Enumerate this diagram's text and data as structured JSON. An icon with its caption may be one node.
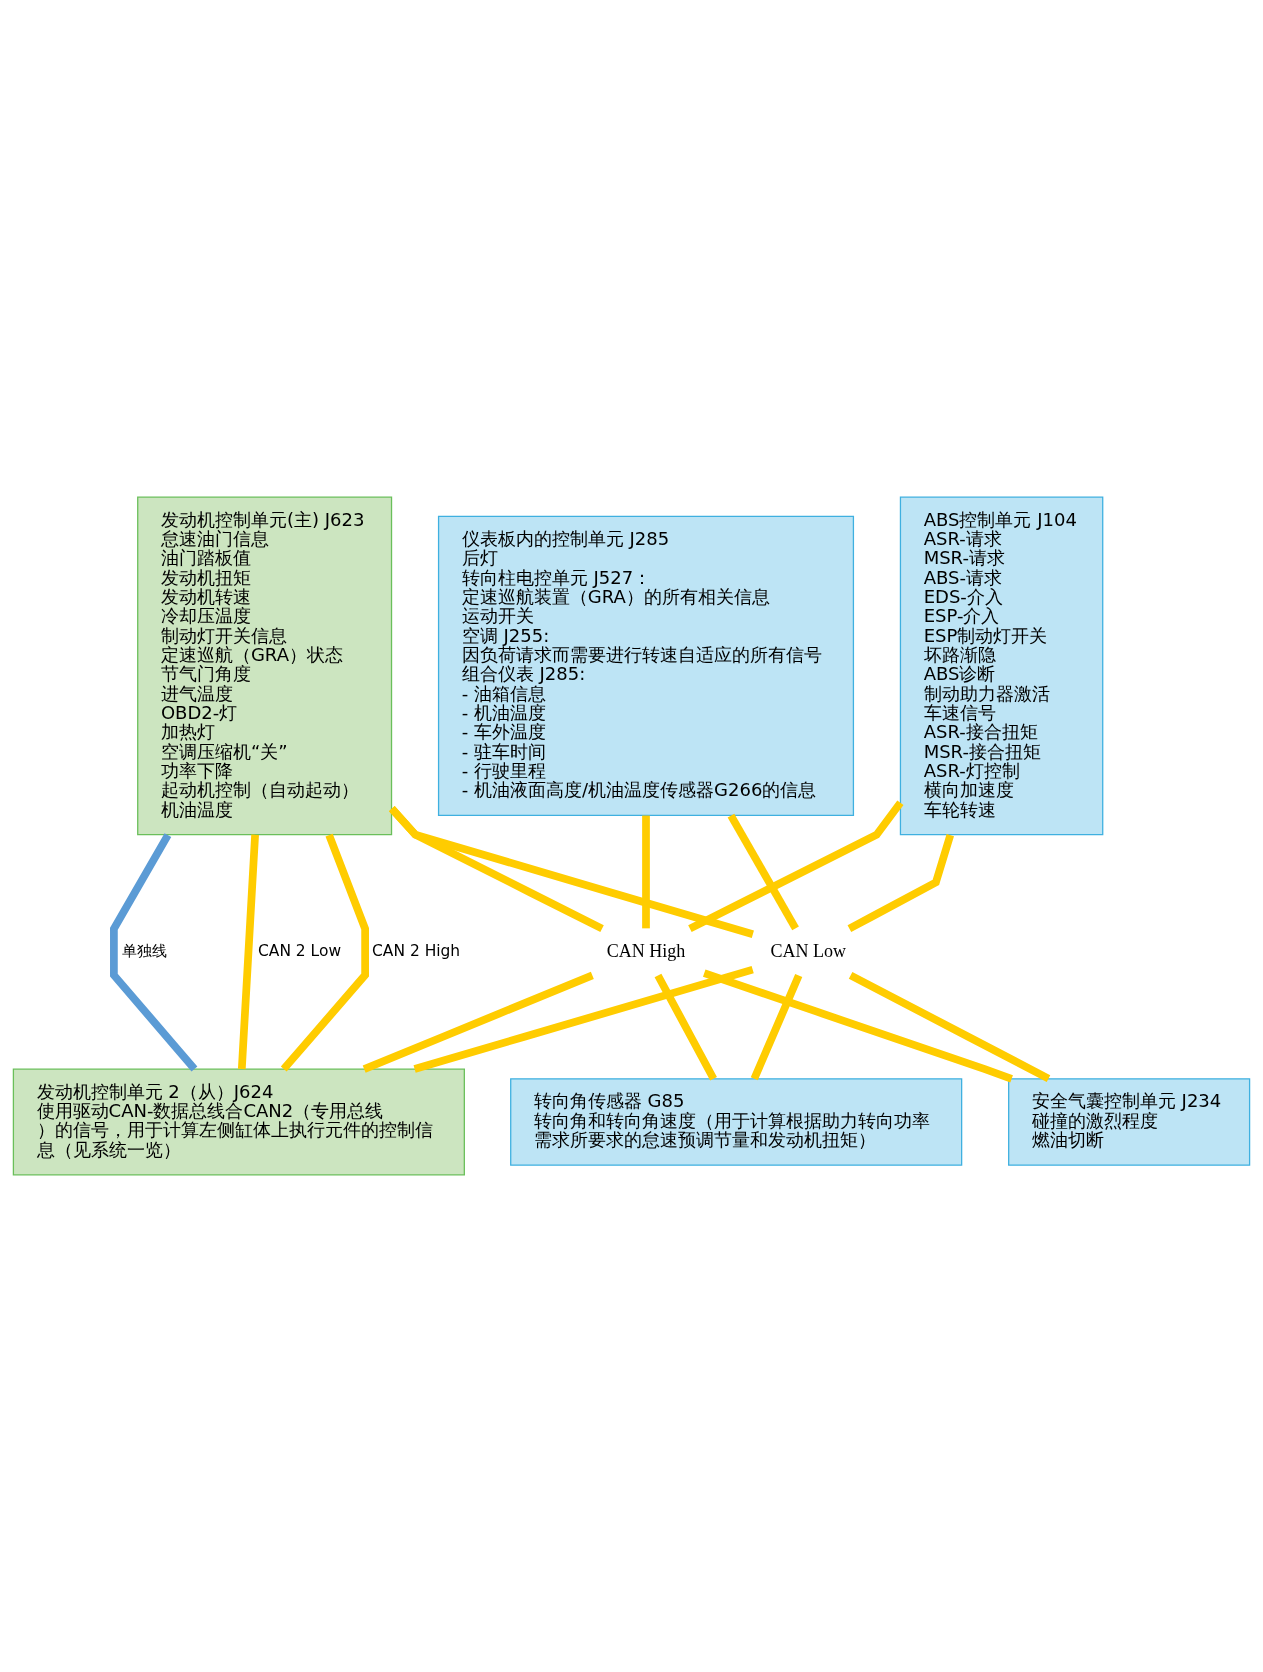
{
  "diagram": {
    "nodes": [
      {
        "text": [
          "发动机控制单元(主) J623",
          "怠速油门信息",
          "油门踏板值",
          "发动机扭矩",
          "发动机转速",
          "冷却压温度",
          "制动灯开关信息",
          "定速巡航（GRA）状态",
          "节气门角度",
          "进气温度",
          "OBD2-灯",
          "加热灯",
          "空调压缩机“关”",
          "功率下降",
          "起动机控制（自动起动）",
          "机油温度"
        ]
      },
      {
        "text": [
          "ABS控制单元 J104",
          "ASR-请求",
          "MSR-请求",
          "ABS-请求",
          "EDS-介入",
          "ESP-介入",
          "ESP制动灯开关",
          "坏路渐隐",
          "ABS诊断",
          "制动助力器激活",
          "车速信号",
          "ASR-接合扭矩",
          "MSR-接合扭矩",
          "ASR-灯控制",
          "横向加速度",
          "车轮转速"
        ]
      },
      {
        "text": [
          "仪表板内的控制单元 J285",
          "后灯",
          "转向柱电控单元 J527：",
          "定速巡航装置（GRA）的所有相关信息",
          "运动开关",
          "空调 J255:",
          "因负荷请求而需要进行转速自适应的所有信号",
          "组合仪表 J285:",
          "- 油箱信息",
          "- 机油温度",
          "- 车外温度",
          "- 驻车时间",
          "- 行驶里程",
          "- 机油液面高度/机油温度传感器G266的信息"
        ]
      },
      {
        "text": [
          "CAN High"
        ]
      },
      {
        "text": [
          "CAN Low"
        ]
      },
      {
        "text": [
          "发动机控制单元 2（从）J624",
          "使用驱动CAN-数据总线合CAN2（专用总线）的信号，用于计算左侧缸体上执行元件的控制信息（见系统一览）"
        ]
      },
      {
        "text": [
          "安全气囊控制单元 J234",
          "碰撞的激烈程度",
          "燃油切断"
        ]
      },
      {
        "text": [
          "转向角传感器 G85",
          "转向角和转向角速度（用于计算根据助力转向功率需求所要求的怠速预调节量和发动机扭矩）"
        ]
      }
    ],
    "edges": [
      {
        "from": 0,
        "to": 3,
        "arrow": "none"
      },
      {
        "from": 0,
        "to": 4,
        "arrow": "none"
      },
      {
        "from": 1,
        "to": 3,
        "arrow": "none"
      },
      {
        "from": 1,
        "to": 4,
        "arrow": "none"
      },
      {
        "from": 2,
        "to": 3,
        "arrow": "none"
      },
      {
        "from": 2,
        "to": 4,
        "arrow": "none"
      },
      {
        "from": 3,
        "to": 5,
        "arrow": "none"
      },
      {
        "from": 4,
        "to": 5,
        "arrow": "none"
      },
      {
        "from": 3,
        "to": 6,
        "arrow": "none"
      },
      {
        "from": 4,
        "to": 6,
        "arrow": "none"
      },
      {
        "from": 3,
        "to": 7,
        "arrow": "none"
      },
      {
        "from": 4,
        "to": 7,
        "arrow": "none"
      },
      {
        "from": 0,
        "to": 5,
        "arrow": "none",
        "label": "单独线",
        "color": "#5b9bd5"
      },
      {
        "from": 0,
        "to": 5,
        "arrow": "none",
        "label": "CAN 2 Low"
      },
      {
        "from": 0,
        "to": 5,
        "arrow": "none",
        "label": "CAN 2 High"
      }
    ]
  }
}
